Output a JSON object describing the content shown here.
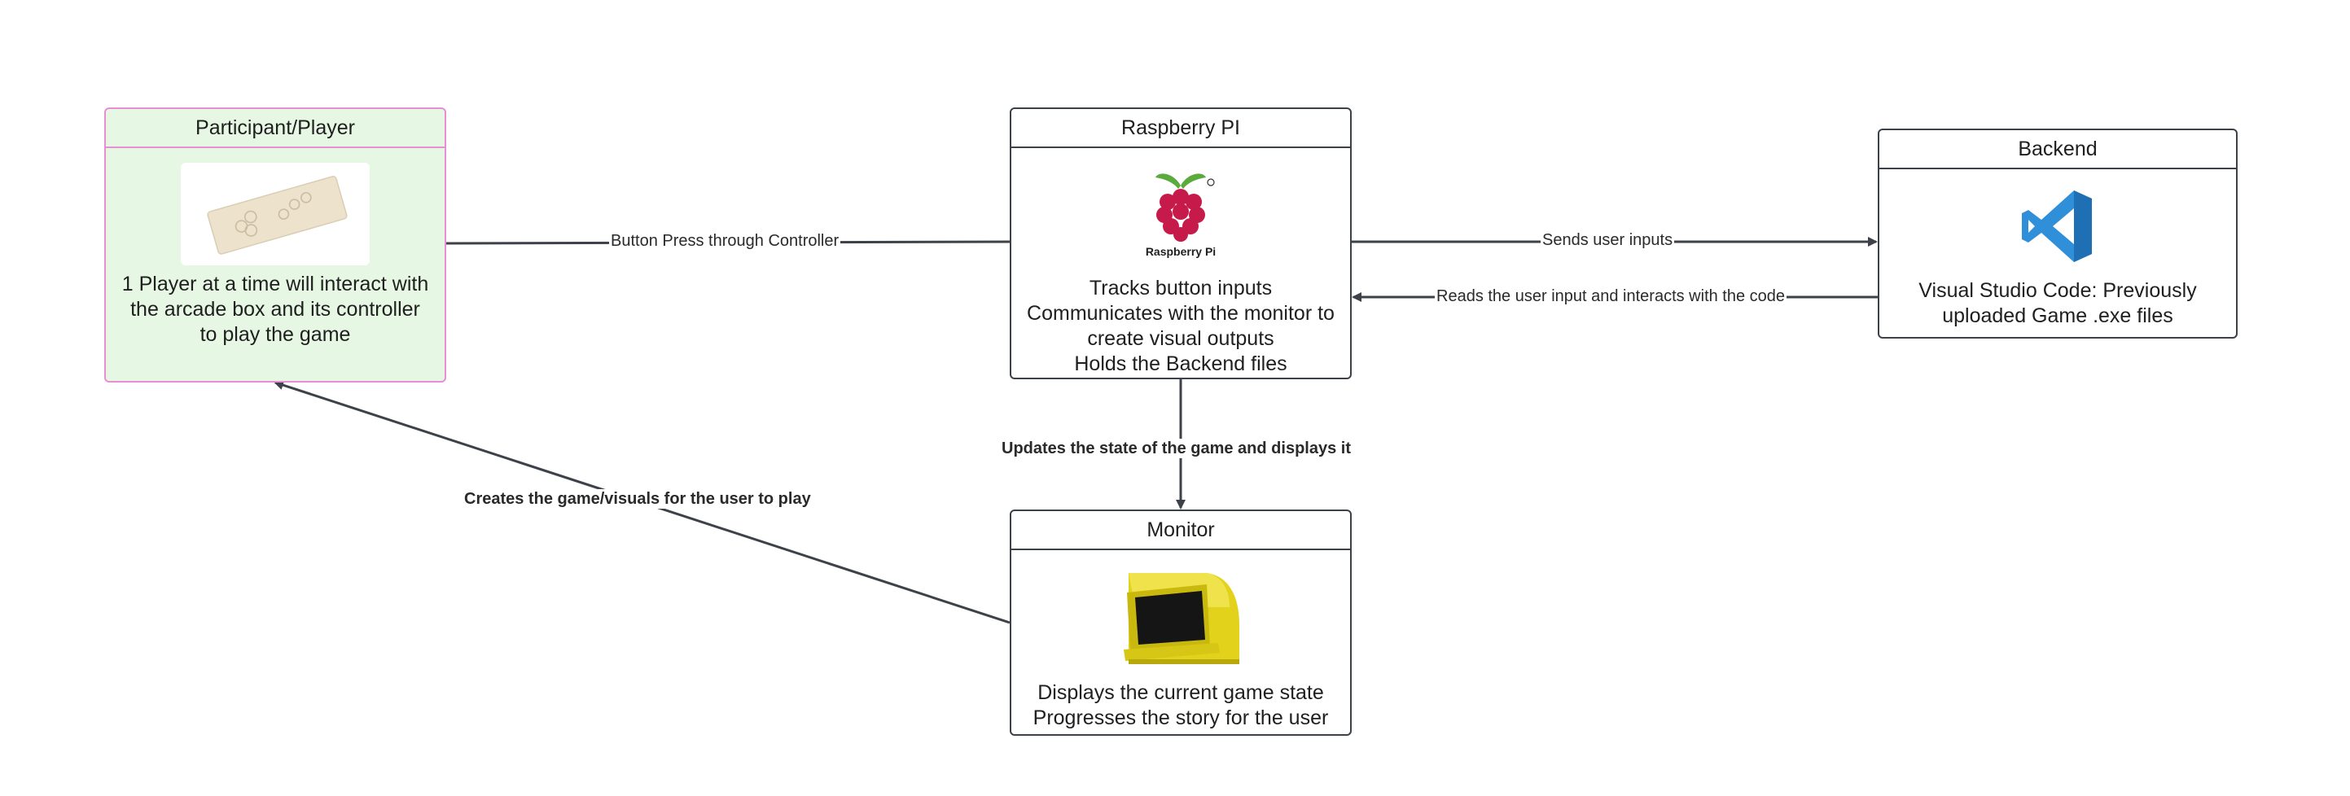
{
  "nodes": {
    "player": {
      "title": "Participant/Player",
      "lines": [
        "1 Player at a time will interact with",
        "the arcade box and its controller",
        "to play the game"
      ],
      "icon": "arcade-controller-icon"
    },
    "pi": {
      "title": "Raspberry PI",
      "logo_text": "Raspberry Pi",
      "lines": [
        "Tracks button inputs",
        "Communicates with the monitor to",
        "create visual outputs",
        "Holds the Backend files"
      ],
      "icon": "raspberry-pi-logo-icon"
    },
    "backend": {
      "title": "Backend",
      "lines": [
        "Visual Studio Code: Previously",
        "uploaded Game .exe files"
      ],
      "icon": "vscode-logo-icon"
    },
    "monitor": {
      "title": "Monitor",
      "lines": [
        "Displays the current game state",
        "Progresses the story for the user"
      ],
      "icon": "arcade-cabinet-icon"
    }
  },
  "edges": {
    "button_press": "Button Press through Controller",
    "sends_inputs": "Sends user inputs",
    "reads_inputs": "Reads the user input and interacts with the code",
    "updates_state": "Updates the state of the game and displays it",
    "creates_game": "Creates the game/visuals for the user to play"
  },
  "colors": {
    "line": "#3d4149",
    "player_fill": "#e6f8e3",
    "player_border": "#e88fd3",
    "vscode_blue": "#2f8fd8",
    "raspberry_red": "#c51a4a",
    "leaf_green": "#5aaa3c",
    "cabinet_yellow": "#e2d21c"
  }
}
